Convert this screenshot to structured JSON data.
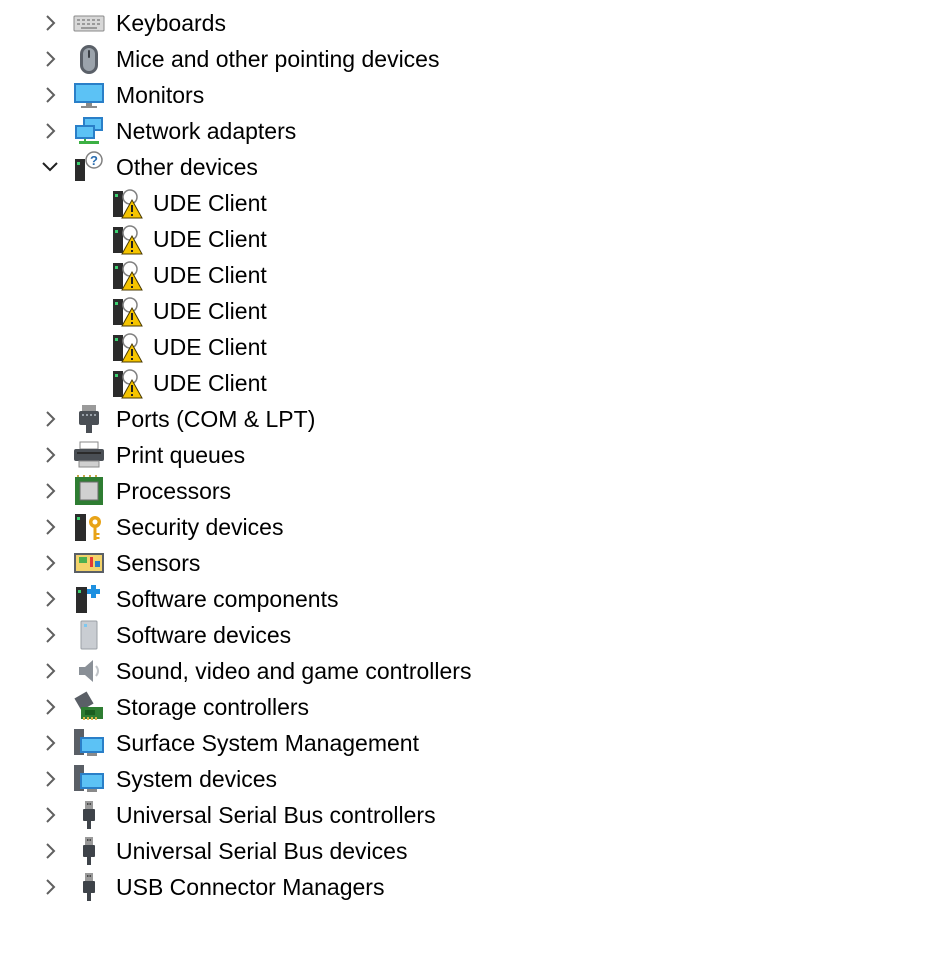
{
  "tree": {
    "items": [
      {
        "label": "Keyboards",
        "icon": "keyboard-icon",
        "state": "collapsed"
      },
      {
        "label": "Mice and other pointing devices",
        "icon": "mouse-icon",
        "state": "collapsed"
      },
      {
        "label": "Monitors",
        "icon": "monitor-icon",
        "state": "collapsed"
      },
      {
        "label": "Network adapters",
        "icon": "network-adapter-icon",
        "state": "collapsed"
      },
      {
        "label": "Other devices",
        "icon": "unknown-device-icon",
        "state": "expanded",
        "children": [
          {
            "label": "UDE Client",
            "icon": "device-warning-icon"
          },
          {
            "label": "UDE Client",
            "icon": "device-warning-icon"
          },
          {
            "label": "UDE Client",
            "icon": "device-warning-icon"
          },
          {
            "label": "UDE Client",
            "icon": "device-warning-icon"
          },
          {
            "label": "UDE Client",
            "icon": "device-warning-icon"
          },
          {
            "label": "UDE Client",
            "icon": "device-warning-icon"
          }
        ]
      },
      {
        "label": "Ports (COM & LPT)",
        "icon": "port-icon",
        "state": "collapsed"
      },
      {
        "label": "Print queues",
        "icon": "printer-icon",
        "state": "collapsed"
      },
      {
        "label": "Processors",
        "icon": "processor-icon",
        "state": "collapsed"
      },
      {
        "label": "Security devices",
        "icon": "security-key-icon",
        "state": "collapsed"
      },
      {
        "label": "Sensors",
        "icon": "sensor-icon",
        "state": "collapsed"
      },
      {
        "label": "Software components",
        "icon": "software-component-icon",
        "state": "collapsed"
      },
      {
        "label": "Software devices",
        "icon": "software-device-icon",
        "state": "collapsed"
      },
      {
        "label": "Sound, video and game controllers",
        "icon": "speaker-icon",
        "state": "collapsed"
      },
      {
        "label": "Storage controllers",
        "icon": "storage-controller-icon",
        "state": "collapsed"
      },
      {
        "label": "Surface System Management",
        "icon": "system-management-icon",
        "state": "collapsed"
      },
      {
        "label": "System devices",
        "icon": "system-devices-icon",
        "state": "collapsed"
      },
      {
        "label": "Universal Serial Bus controllers",
        "icon": "usb-icon",
        "state": "collapsed"
      },
      {
        "label": "Universal Serial Bus devices",
        "icon": "usb-icon",
        "state": "collapsed"
      },
      {
        "label": "USB Connector Managers",
        "icon": "usb-icon",
        "state": "collapsed"
      }
    ]
  },
  "colors": {
    "text": "#000000",
    "chevron": "#606060",
    "accent_blue": "#1e90e0",
    "warning_yellow": "#f5c400"
  }
}
